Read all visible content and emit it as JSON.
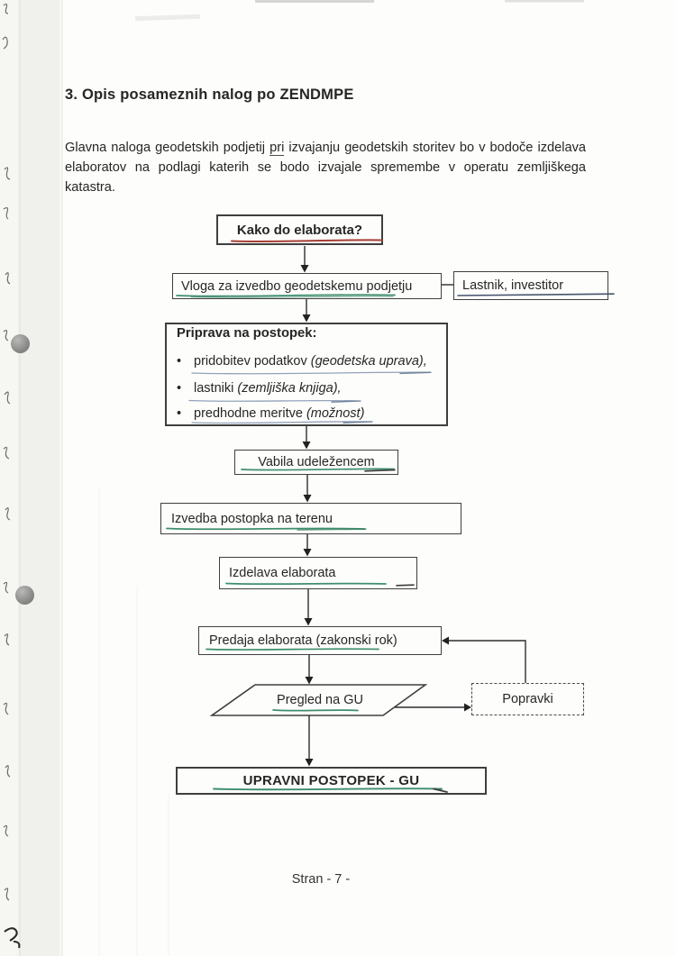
{
  "document": {
    "title": "3. Opis posameznih nalog po ZENDMPE",
    "intro": {
      "part1": "Glavna naloga geodetskih podjetij ",
      "underlined_word": "pri",
      "part2": " izvajanju geodetskih storitev bo v bodoče izdelava elaboratov na podlagi katerih se bodo izvajale spremembe v operatu zemljiškega katastra."
    },
    "footer": "Stran - 7 -"
  },
  "flowchart": {
    "bullet_glyph": "•",
    "nodes": {
      "start": "Kako do elaborata?",
      "vloga": "Vloga za izvedbo geodetskemu podjetju",
      "lastnik": "Lastnik, investitor",
      "priprava": {
        "title": "Priprava na postopek:",
        "bullets": [
          {
            "text": "pridobitev podatkov",
            "note": "(geodetska uprava),"
          },
          {
            "text": "lastniki",
            "note": "(zemljiška knjiga),"
          },
          {
            "text": "predhodne meritve",
            "note": "(možnost)"
          }
        ]
      },
      "vabila": "Vabila udeležencem",
      "izvedba": "Izvedba postopka na terenu",
      "izdelava": "Izdelava elaborata",
      "predaja": "Predaja elaborata (zakonski rok)",
      "pregled": "Pregled na GU",
      "popravki": "Popravki",
      "upravni": "UPRAVNI POSTOPEK - GU"
    },
    "underline_colors": {
      "red": "#a63e34",
      "green": "#3e8e6d",
      "navy": "#45536d",
      "blue_gray": "#93a2ba"
    }
  }
}
